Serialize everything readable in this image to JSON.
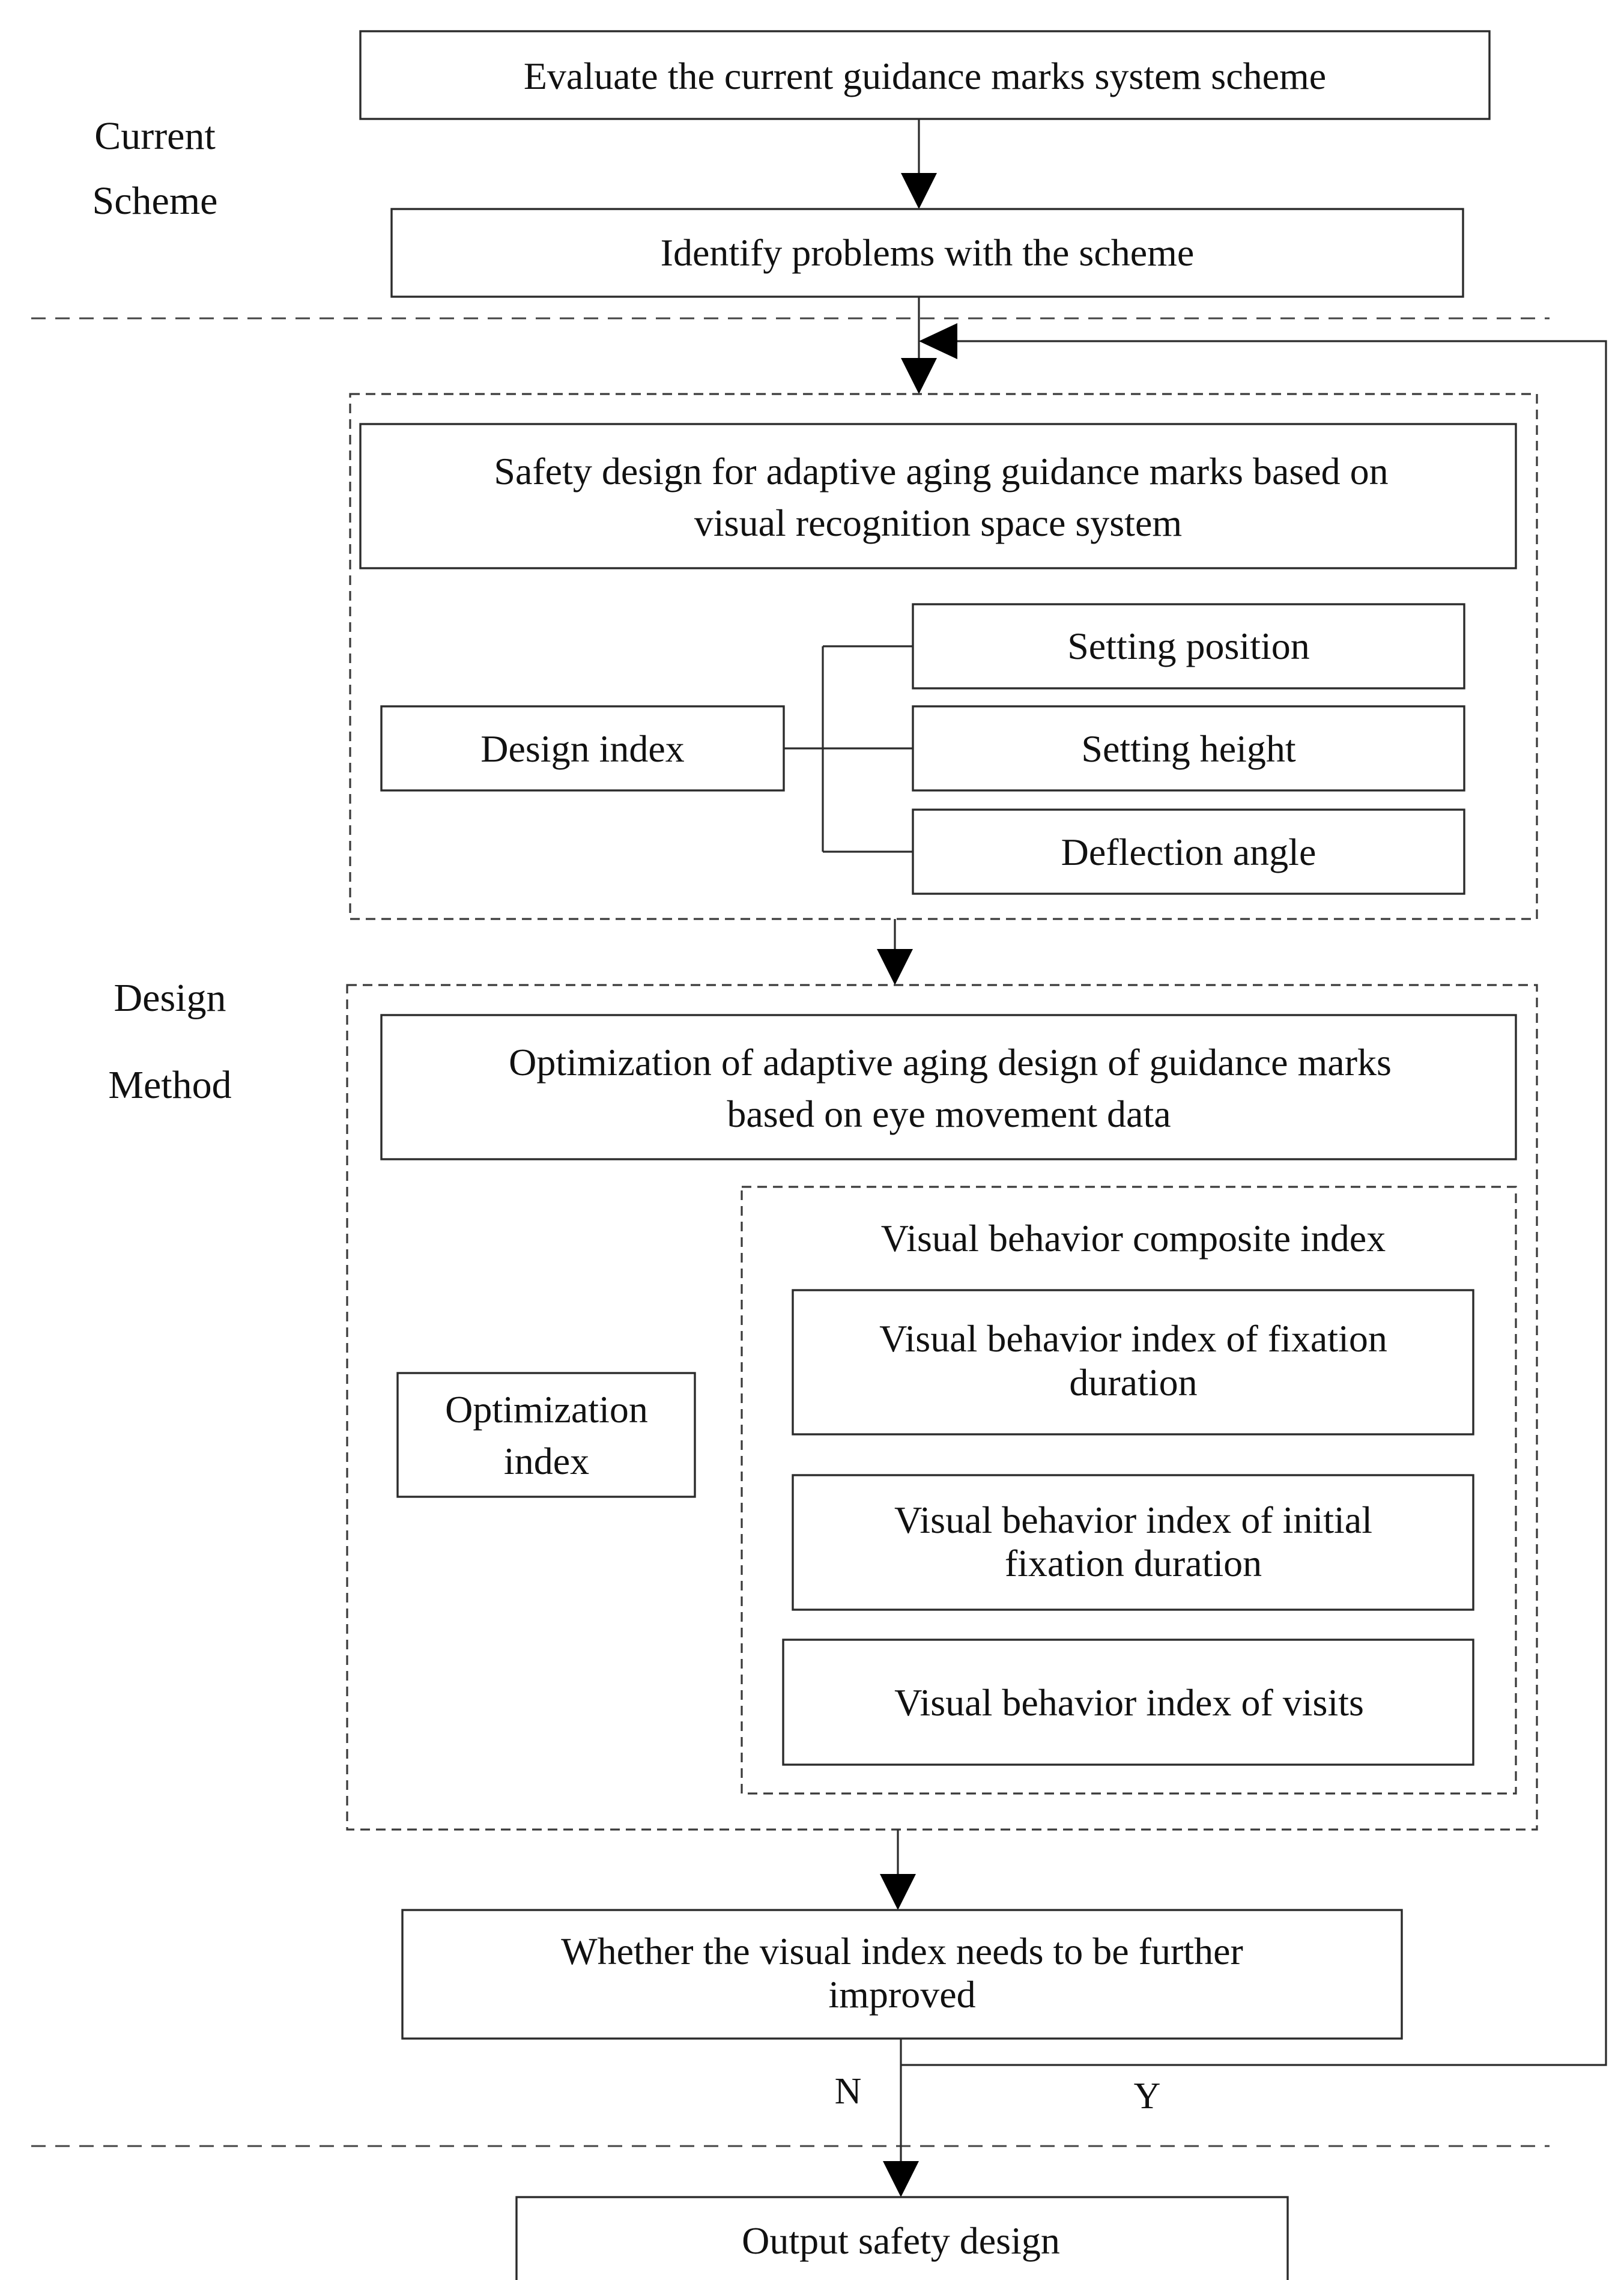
{
  "sections": {
    "current_scheme": [
      "Current",
      "Scheme"
    ],
    "design_method": [
      "Design",
      "Method"
    ]
  },
  "steps": {
    "evaluate": "Evaluate the current guidance marks system scheme",
    "identify": "Identify problems with the scheme",
    "safety_design": [
      "Safety design for adaptive aging  guidance marks based on",
      "visual recognition space system"
    ],
    "design_index": "Design index",
    "design_items": [
      "Setting position",
      "Setting height",
      "Deflection angle"
    ],
    "optimization_design": [
      "Optimization of adaptive aging design  of guidance marks",
      "based on eye movement data"
    ],
    "optimization_index": [
      "Optimization",
      "index"
    ],
    "composite_index": "Visual behavior composite index",
    "composite_items": [
      [
        "Visual behavior index of fixation",
        "duration"
      ],
      [
        "Visual behavior index of initial",
        "fixation duration"
      ],
      [
        "Visual behavior index of visits"
      ]
    ],
    "decision": [
      "Whether the visual index needs to be further",
      "improved"
    ],
    "output": "Output safety design"
  },
  "branches": {
    "no": "N",
    "yes": "Y"
  }
}
